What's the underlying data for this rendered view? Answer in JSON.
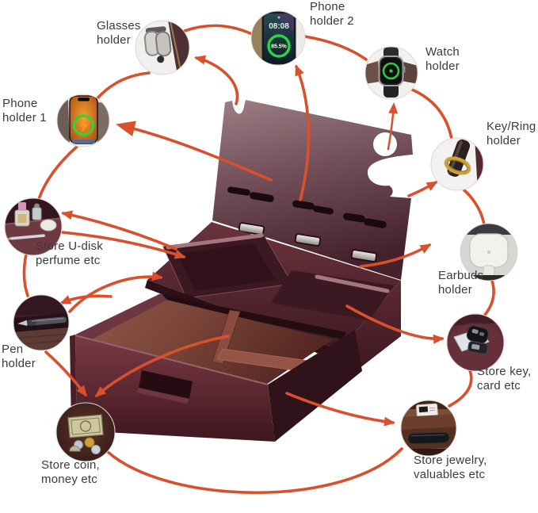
{
  "figure": {
    "type": "product-feature-diagram",
    "subject": "Wooden docking station organizer with drawer",
    "background": "#ffffff",
    "arrow_color": "#d8502c",
    "label_color": "#3b3b3b",
    "wood_color": "#5a2630"
  },
  "callouts": [
    {
      "id": "glasses-holder",
      "label_lines": [
        "Glasses",
        "holder"
      ],
      "thumb": "glasses-on-wood-stand"
    },
    {
      "id": "phone-holder-2",
      "label_lines": [
        "Phone",
        "holder 2"
      ],
      "thumb": "phone-charging-screen",
      "screen_time": "08:08",
      "screen_battery": "85.5%"
    },
    {
      "id": "watch-holder",
      "label_lines": [
        "Watch",
        "holder"
      ],
      "thumb": "smartwatch-charging"
    },
    {
      "id": "phone-holder-1",
      "label_lines": [
        "Phone",
        "holder 1"
      ],
      "thumb": "phone-wireless-charging"
    },
    {
      "id": "key-ring-holder",
      "label_lines": [
        "Key/Ring",
        "holder"
      ],
      "thumb": "ring-on-wood-hook"
    },
    {
      "id": "store-u-disk",
      "label_lines": [
        "Store U-disk",
        "perfume etc"
      ],
      "thumb": "perfume-bottles-on-tray"
    },
    {
      "id": "earbuds-holder",
      "label_lines": [
        "Earbuds",
        "holder"
      ],
      "thumb": "earbuds-case-in-slot"
    },
    {
      "id": "pen-holder",
      "label_lines": [
        "Pen",
        "holder"
      ],
      "thumb": "pen-in-groove"
    },
    {
      "id": "store-key-card",
      "label_lines": [
        "Store key,",
        "card etc"
      ],
      "thumb": "car-key-and-card"
    },
    {
      "id": "store-coin-money",
      "label_lines": [
        "Store coin,",
        "money etc"
      ],
      "thumb": "cash-and-coins"
    },
    {
      "id": "store-jewelry",
      "label_lines": [
        "Store jewelry,",
        "valuables etc"
      ],
      "thumb": "jewelry-compartment"
    }
  ]
}
